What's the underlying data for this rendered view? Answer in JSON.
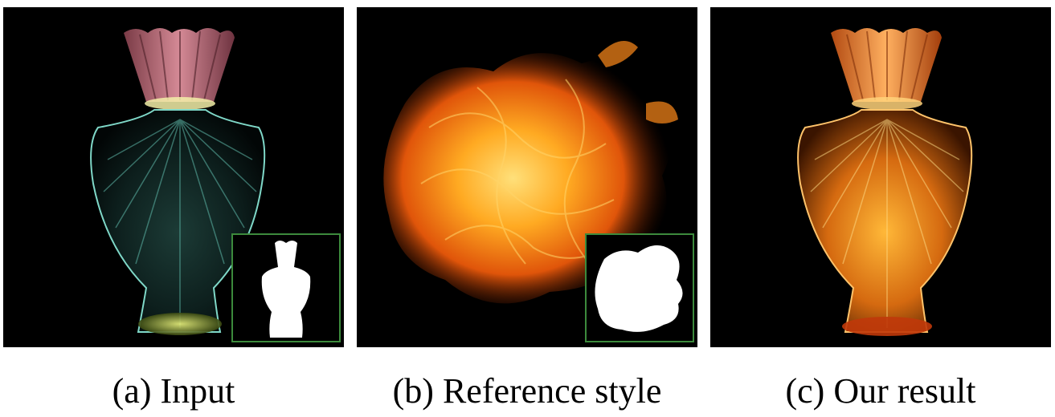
{
  "figure": {
    "panels": [
      {
        "id": "a",
        "caption": "(a) Input",
        "image_subject": "glass perfume bottle with pink fan cap",
        "has_mask_inset": true
      },
      {
        "id": "b",
        "caption": "(b) Reference style",
        "image_subject": "orange fire flames",
        "has_mask_inset": true
      },
      {
        "id": "c",
        "caption": "(c) Our result",
        "image_subject": "perfume bottle rendered in fire style",
        "has_mask_inset": false
      }
    ],
    "colors": {
      "background": "#000000",
      "inset_border": "#3c8a3c",
      "mask": "#ffffff"
    }
  }
}
